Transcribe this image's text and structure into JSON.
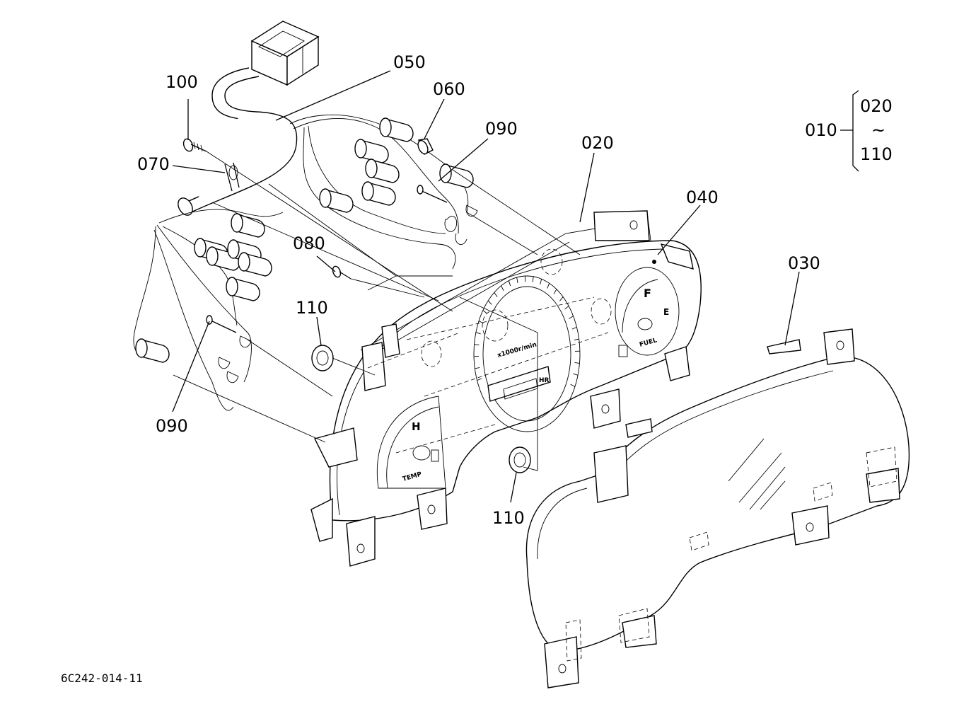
{
  "drawing_code": "6C242-014-11",
  "legend": {
    "parent": "010",
    "range_start": "020",
    "range_end": "110",
    "range_symbol": "~"
  },
  "callouts": {
    "c100": "100",
    "c050": "050",
    "c060": "060",
    "c090_top": "090",
    "c070": "070",
    "c020": "020",
    "c040": "040",
    "c080": "080",
    "c030": "030",
    "c110_left": "110",
    "c110_bottom": "110",
    "c090_bottom": "090"
  },
  "dial_text": {
    "temp": "TEMP",
    "fuel": "FUEL",
    "rpm_unit": "x1000r/min",
    "hour": "HR",
    "h_mark": "H",
    "f_mark": "F",
    "e_mark": "E"
  }
}
